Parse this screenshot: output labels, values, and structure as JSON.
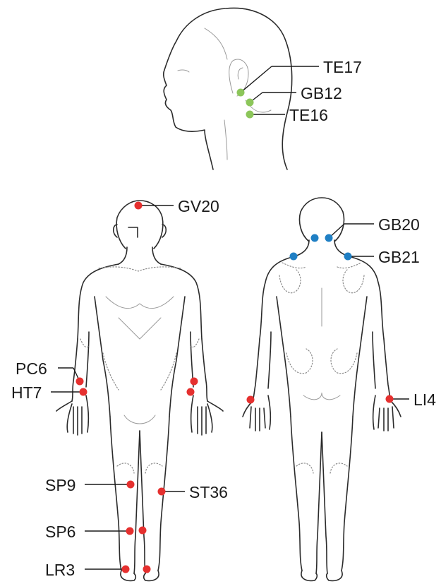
{
  "colors": {
    "head_points": "#8cc65a",
    "back_points": "#1f7fc4",
    "front_points": "#e5302f",
    "outline": "#2b2b2b"
  },
  "labels": {
    "te17": "TE17",
    "gb12": "GB12",
    "te16": "TE16",
    "gv20": "GV20",
    "gb20": "GB20",
    "gb21": "GB21",
    "pc6": "PC6",
    "ht7": "HT7",
    "li4": "LI4",
    "sp9": "SP9",
    "st36": "ST36",
    "sp6": "SP6",
    "lr3": "LR3"
  }
}
